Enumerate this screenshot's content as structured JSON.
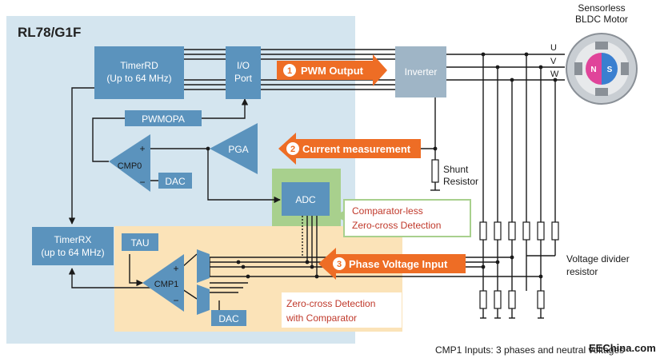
{
  "title": "RL78/G1F",
  "blocks": {
    "timerrd": [
      "TimerRD",
      "(Up to 64 MHz)"
    ],
    "io_port": [
      "I/O",
      "Port"
    ],
    "inverter": "Inverter",
    "pwmopa": "PWMOPA",
    "cmp0": "CMP0",
    "cmp0_plus": "+",
    "cmp0_minus": "−",
    "dac0": "DAC",
    "pga": "PGA",
    "adc": "ADC",
    "timerrx": [
      "TimerRX",
      "(up to 64 MHz)"
    ],
    "tau": "TAU",
    "cmp1": "CMP1",
    "cmp1_plus": "+",
    "cmp1_minus": "−",
    "dac1": "DAC"
  },
  "callouts": {
    "pwm": {
      "num": "1",
      "text": "PWM Output"
    },
    "current": {
      "num": "2",
      "text": "Current measurement"
    },
    "phase": {
      "num": "3",
      "text": "Phase Voltage Input"
    }
  },
  "labels": {
    "motor": [
      "Sensorless",
      "BLDC Motor"
    ],
    "phase_u": "U",
    "phase_v": "V",
    "phase_w": "W",
    "rotor_n": "N",
    "rotor_s": "S",
    "shunt": [
      "Shunt",
      "Resistor"
    ],
    "voltage_divider": [
      "Voltage divider",
      "resistor"
    ],
    "comparator_less": [
      "Comparator-less",
      "Zero-cross Detection"
    ],
    "zero_cross_cmp": [
      "Zero-cross Detection",
      "with Comparator"
    ],
    "caption": "CMP1 Inputs: 3 phases and neutral voltages",
    "watermark": "EEChina.com"
  },
  "colors": {
    "chip_bg": "#d4e5ef",
    "block_fill": "#5b93bd",
    "block_text": "#ffffff",
    "inverter_fill": "#9fb5c6",
    "adc_zone": "#a8d08d",
    "cmp_zone": "#fbe3b8",
    "callout_orange": "#ee6d25",
    "text_red": "#c0392b",
    "line": "#1a1a1a"
  }
}
